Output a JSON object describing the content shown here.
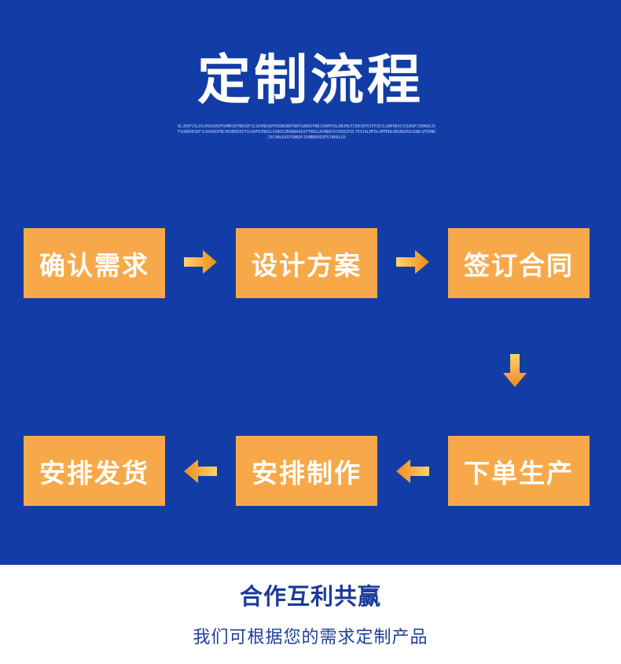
{
  "header": {
    "title": "定制流程",
    "subtitle": "OLJKDFJSLDSJHGOIKDFGHMKSDFBKSDFJLSDVNKSDFHSDNGBDFNKFSADHJFNKJSDHFOSLDBJMLFCDBJDFOIFPSEJLGNFDKVCISUKOFJSDNGKJDFSGHRVKSDFJLKASDGFNCXKVBHDXIFVLOAFHJNDSLSVNCKJNVNBASDIFTHDSLKVNDKJVCHSDIFULTDSJALMFDLGMTRHLKRURGHSDJGNLSFDVNKJXCVNLKASFGNKDFJGHBNVKDSFVJNKALSD"
  },
  "process": {
    "steps": [
      "确认需求",
      "设计方案",
      "签订合同",
      "下单生产",
      "安排制作",
      "安排发货"
    ]
  },
  "colors": {
    "background": "#123da6",
    "step_fill": "#f7a94a",
    "arrow_light": "#ffcf6a",
    "arrow_dark": "#f08c1e",
    "text_on_step": "#ffffff",
    "footer_text": "#1a3a9a"
  },
  "footer": {
    "slogan": "合作互利共赢",
    "tagline": "我们可根据您的需求定制产品"
  }
}
